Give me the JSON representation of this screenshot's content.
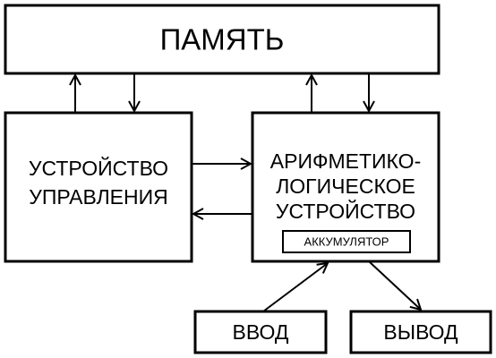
{
  "diagram": {
    "nodes": {
      "memory": {
        "label": "ПАМЯТЬ"
      },
      "control_unit": {
        "lines": [
          "УСТРОЙСТВО",
          "УПРАВЛЕНИЯ"
        ]
      },
      "alu": {
        "lines": [
          "АРИФМЕТИКО-",
          "ЛОГИЧЕСКОЕ",
          "УСТРОЙСТВО"
        ]
      },
      "accumulator": {
        "label": "АККУМУЛЯТОР"
      },
      "input": {
        "label": "ВВОД"
      },
      "output": {
        "label": "ВЫВОД"
      }
    },
    "colors": {
      "stroke": "#000000",
      "fill": "#ffffff",
      "text": "#000000"
    }
  }
}
